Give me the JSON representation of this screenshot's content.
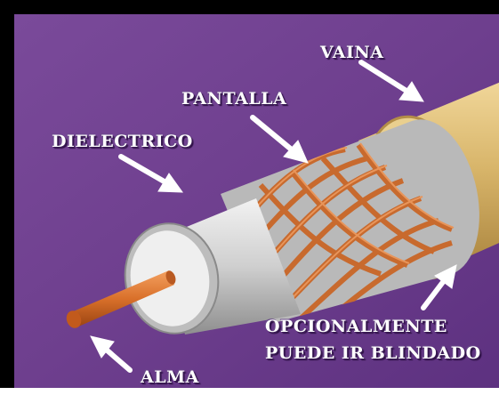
{
  "labels": {
    "vaina": "VAINA",
    "pantalla": "PANTALLA",
    "dielectrico": "DIELECTRICO",
    "blindado_line1": "OPCIONALMENTE",
    "blindado_line2": "PUEDE IR BLINDADO",
    "alma": "ALMA"
  },
  "colors": {
    "background": "#6e3f8e",
    "border": "#000000",
    "jacket": "#d8b56a",
    "shield": "#c86a2e",
    "dielectric": "#d9d9d9",
    "core": "#d9702a",
    "label_text": "#ffffff",
    "arrow": "#ffffff"
  }
}
